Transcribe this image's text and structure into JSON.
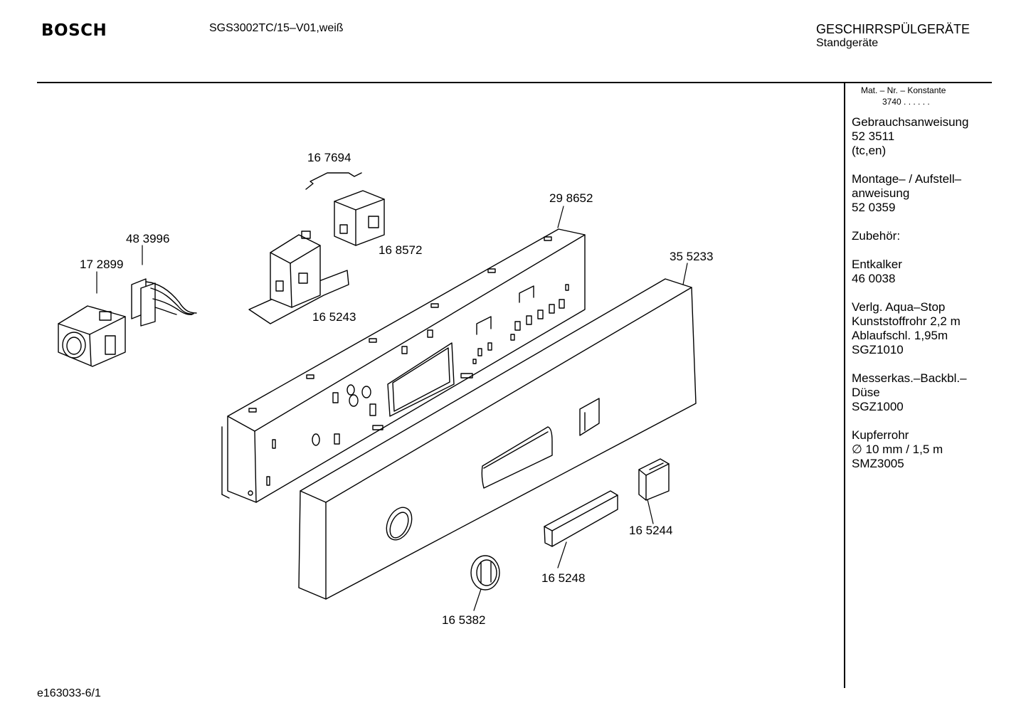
{
  "header": {
    "brand": "BOSCH",
    "model": "SGS3002TC/15–V01,weiß",
    "category": "GESCHIRRSPÜLGERÄTE",
    "subcategory": "Standgeräte"
  },
  "sidebar": {
    "matnr_label": "Mat. – Nr. – Konstante",
    "matnr_value": "3740  .  .   .  .  .  .",
    "blocks": [
      {
        "lines": [
          "Gebrauchsanweisung",
          "52 3511",
          "(tc,en)"
        ]
      },
      {
        "lines": [
          "Montage– / Aufstell–",
          "anweisung",
          "52 0359"
        ]
      },
      {
        "lines": [
          "Zubehör:"
        ]
      },
      {
        "lines": [
          "Entkalker",
          "46 0038"
        ]
      },
      {
        "lines": [
          "Verlg. Aqua–Stop",
          "Kunststoffrohr 2,2 m",
          "Ablaufschl. 1,95m",
          "SGZ1010"
        ]
      },
      {
        "lines": [
          "Messerkas.–Backbl.–",
          "Düse",
          "SGZ1000"
        ]
      },
      {
        "lines": [
          "Kupferrohr",
          "∅ 10 mm / 1,5 m",
          "SMZ3005"
        ]
      }
    ]
  },
  "callouts": {
    "p167694": "16 7694",
    "p298652": "29 8652",
    "p483996": "48 3996",
    "p172899": "17 2899",
    "p168572": "16 8572",
    "p355233": "35 5233",
    "p165243": "16 5243",
    "p165244": "16 5244",
    "p165248": "16 5248",
    "p165382": "16 5382"
  },
  "footer": {
    "code": "e163033-6/1"
  }
}
